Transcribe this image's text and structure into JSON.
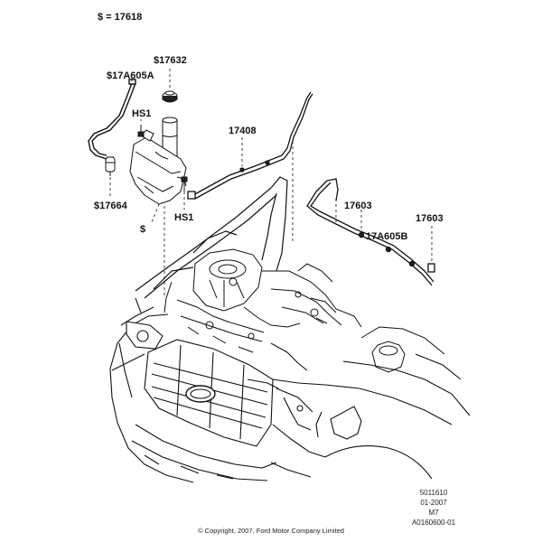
{
  "legend": "$ = 17618",
  "callouts": {
    "res_cap": "$17632",
    "hose_a": "$17A605A",
    "hs1_top": "HS1",
    "pump": "$17664",
    "reservoir": "$",
    "hs1_bottom": "HS1",
    "nozzle_hose": "17408",
    "jet_left": "17603",
    "jet_right": "17603",
    "hose_b": "17A605B"
  },
  "ref_block": [
    "5011610",
    "01-2007",
    "M7",
    "A0160600-01"
  ],
  "copyright": "© Copyright, 2007, Ford Motor Company Limited"
}
